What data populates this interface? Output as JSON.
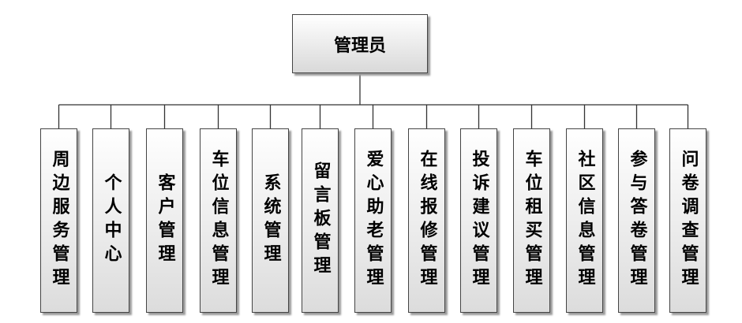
{
  "root": {
    "label": "管理员"
  },
  "children": [
    {
      "label": "周边服务管理"
    },
    {
      "label": "个人中心"
    },
    {
      "label": "客户管理"
    },
    {
      "label": "车位信息管理"
    },
    {
      "label": "系统管理"
    },
    {
      "label": "留言板管理"
    },
    {
      "label": "爱心助老管理"
    },
    {
      "label": "在线报修管理"
    },
    {
      "label": "投诉建议管理"
    },
    {
      "label": "车位租买管理"
    },
    {
      "label": "社区信息管理"
    },
    {
      "label": "参与答卷管理"
    },
    {
      "label": "问卷调查管理"
    }
  ]
}
